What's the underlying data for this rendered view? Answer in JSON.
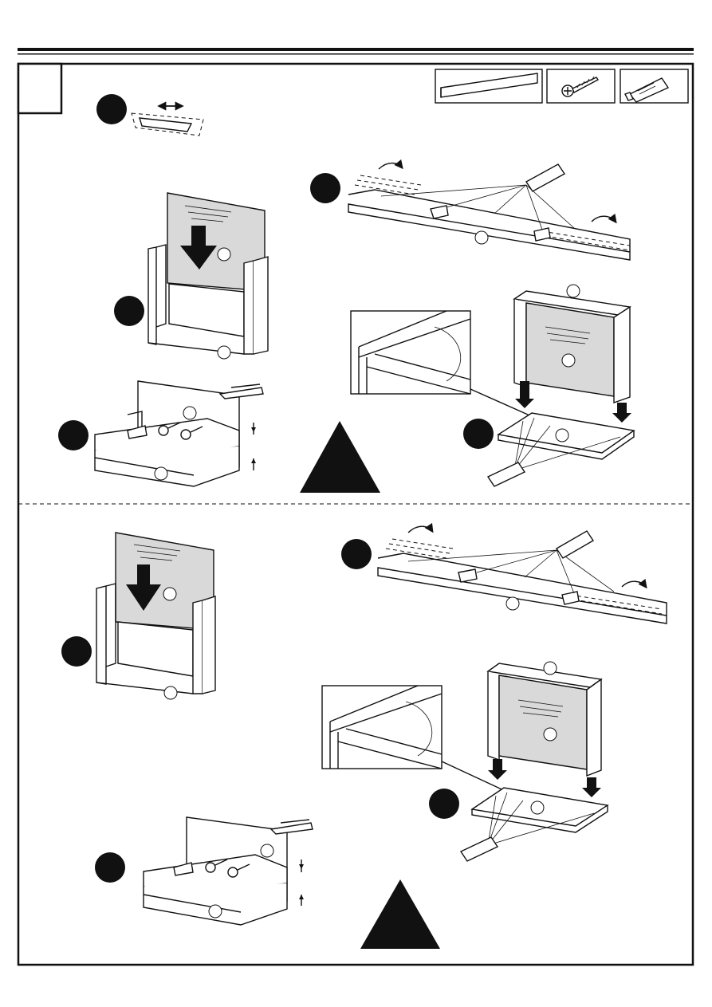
{
  "page": {
    "step_number": "",
    "colors": {
      "ink": "#111111",
      "panel_grey": "#d9d9d9",
      "background": "#ffffff"
    }
  },
  "parts_legend": [
    {
      "name": "rail-part",
      "label": ""
    },
    {
      "name": "screw-part",
      "label": ""
    },
    {
      "name": "glue-tube-part",
      "label": ""
    }
  ],
  "glue_label": "glue",
  "section_divider": "dashed-line"
}
